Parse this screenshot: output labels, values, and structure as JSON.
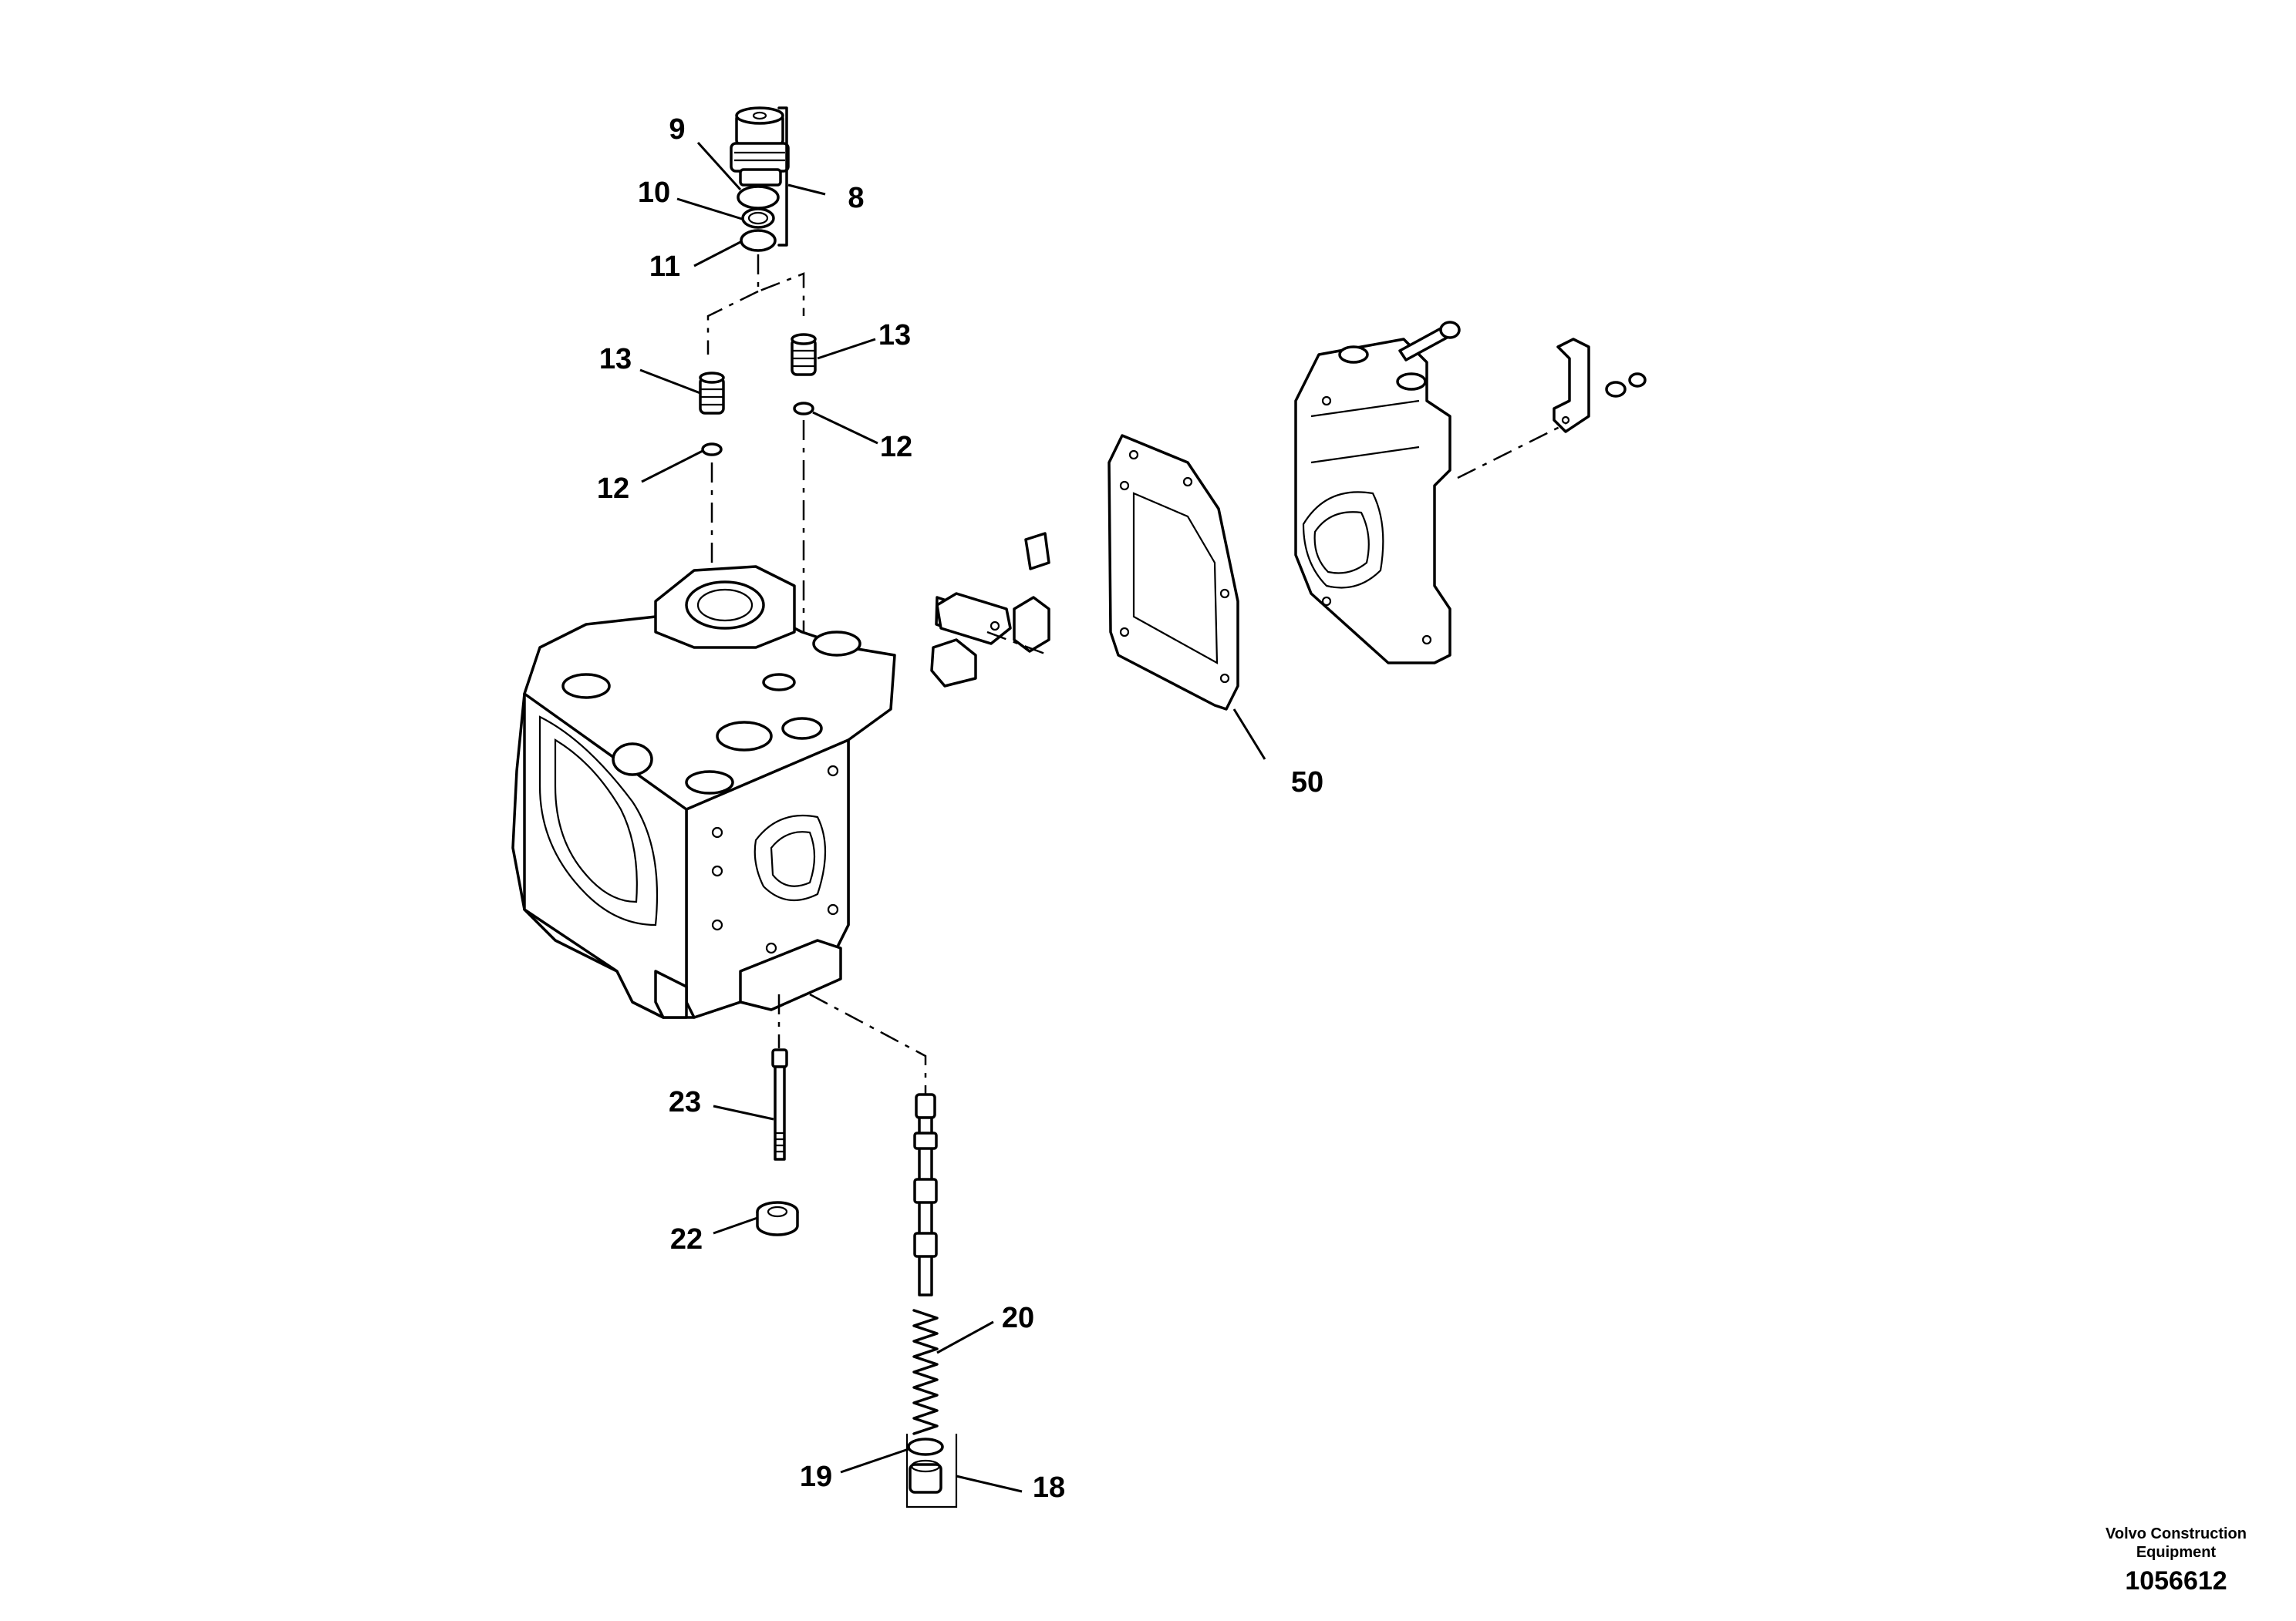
{
  "diagram": {
    "callouts": [
      {
        "id": "c9",
        "text": "9"
      },
      {
        "id": "c10",
        "text": "10"
      },
      {
        "id": "c11",
        "text": "11"
      },
      {
        "id": "c8",
        "text": "8"
      },
      {
        "id": "c13a",
        "text": "13"
      },
      {
        "id": "c13b",
        "text": "13"
      },
      {
        "id": "c12a",
        "text": "12"
      },
      {
        "id": "c12b",
        "text": "12"
      },
      {
        "id": "c50",
        "text": "50"
      },
      {
        "id": "c23",
        "text": "23"
      },
      {
        "id": "c22",
        "text": "22"
      },
      {
        "id": "c20",
        "text": "20"
      },
      {
        "id": "c19",
        "text": "19"
      },
      {
        "id": "c18",
        "text": "18"
      }
    ]
  },
  "footer": {
    "company_line1": "Volvo Construction",
    "company_line2": "Equipment",
    "drawing_number": "1056612"
  }
}
